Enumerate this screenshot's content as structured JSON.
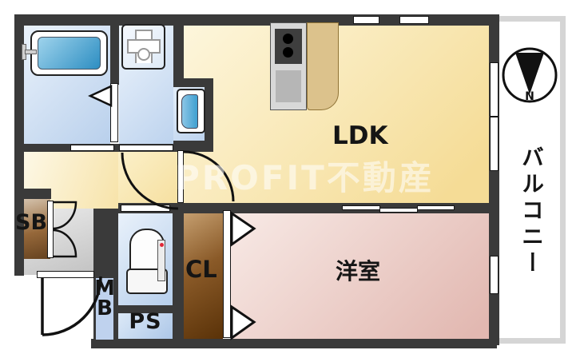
{
  "watermark": "PROFIT不動産",
  "compass": {
    "north_label": "N"
  },
  "labels": {
    "ldk": "LDK",
    "western_room": "洋室",
    "closet": "CL",
    "pipe_space": "PS",
    "meter_box_m": "M",
    "meter_box_b": "B",
    "shoe_box": "SB",
    "balcony": "バルコニー"
  },
  "colors": {
    "wall": "#3a3a3a",
    "ldk_floor": "#f5dc96",
    "western_room_floor": "#e2b8b1",
    "wet_area_floor": "#b9d0ec",
    "closet_wood": "#5a3208",
    "shoe_box_wood": "#64411f",
    "entrance_gray": "#c2c2c2",
    "kitchen_counter": "#dcc28c",
    "bathtub_blue": "#2d8ec2",
    "meter_box_blue": "#bfd2ee",
    "balcony_frame": "#d5d5d5"
  }
}
